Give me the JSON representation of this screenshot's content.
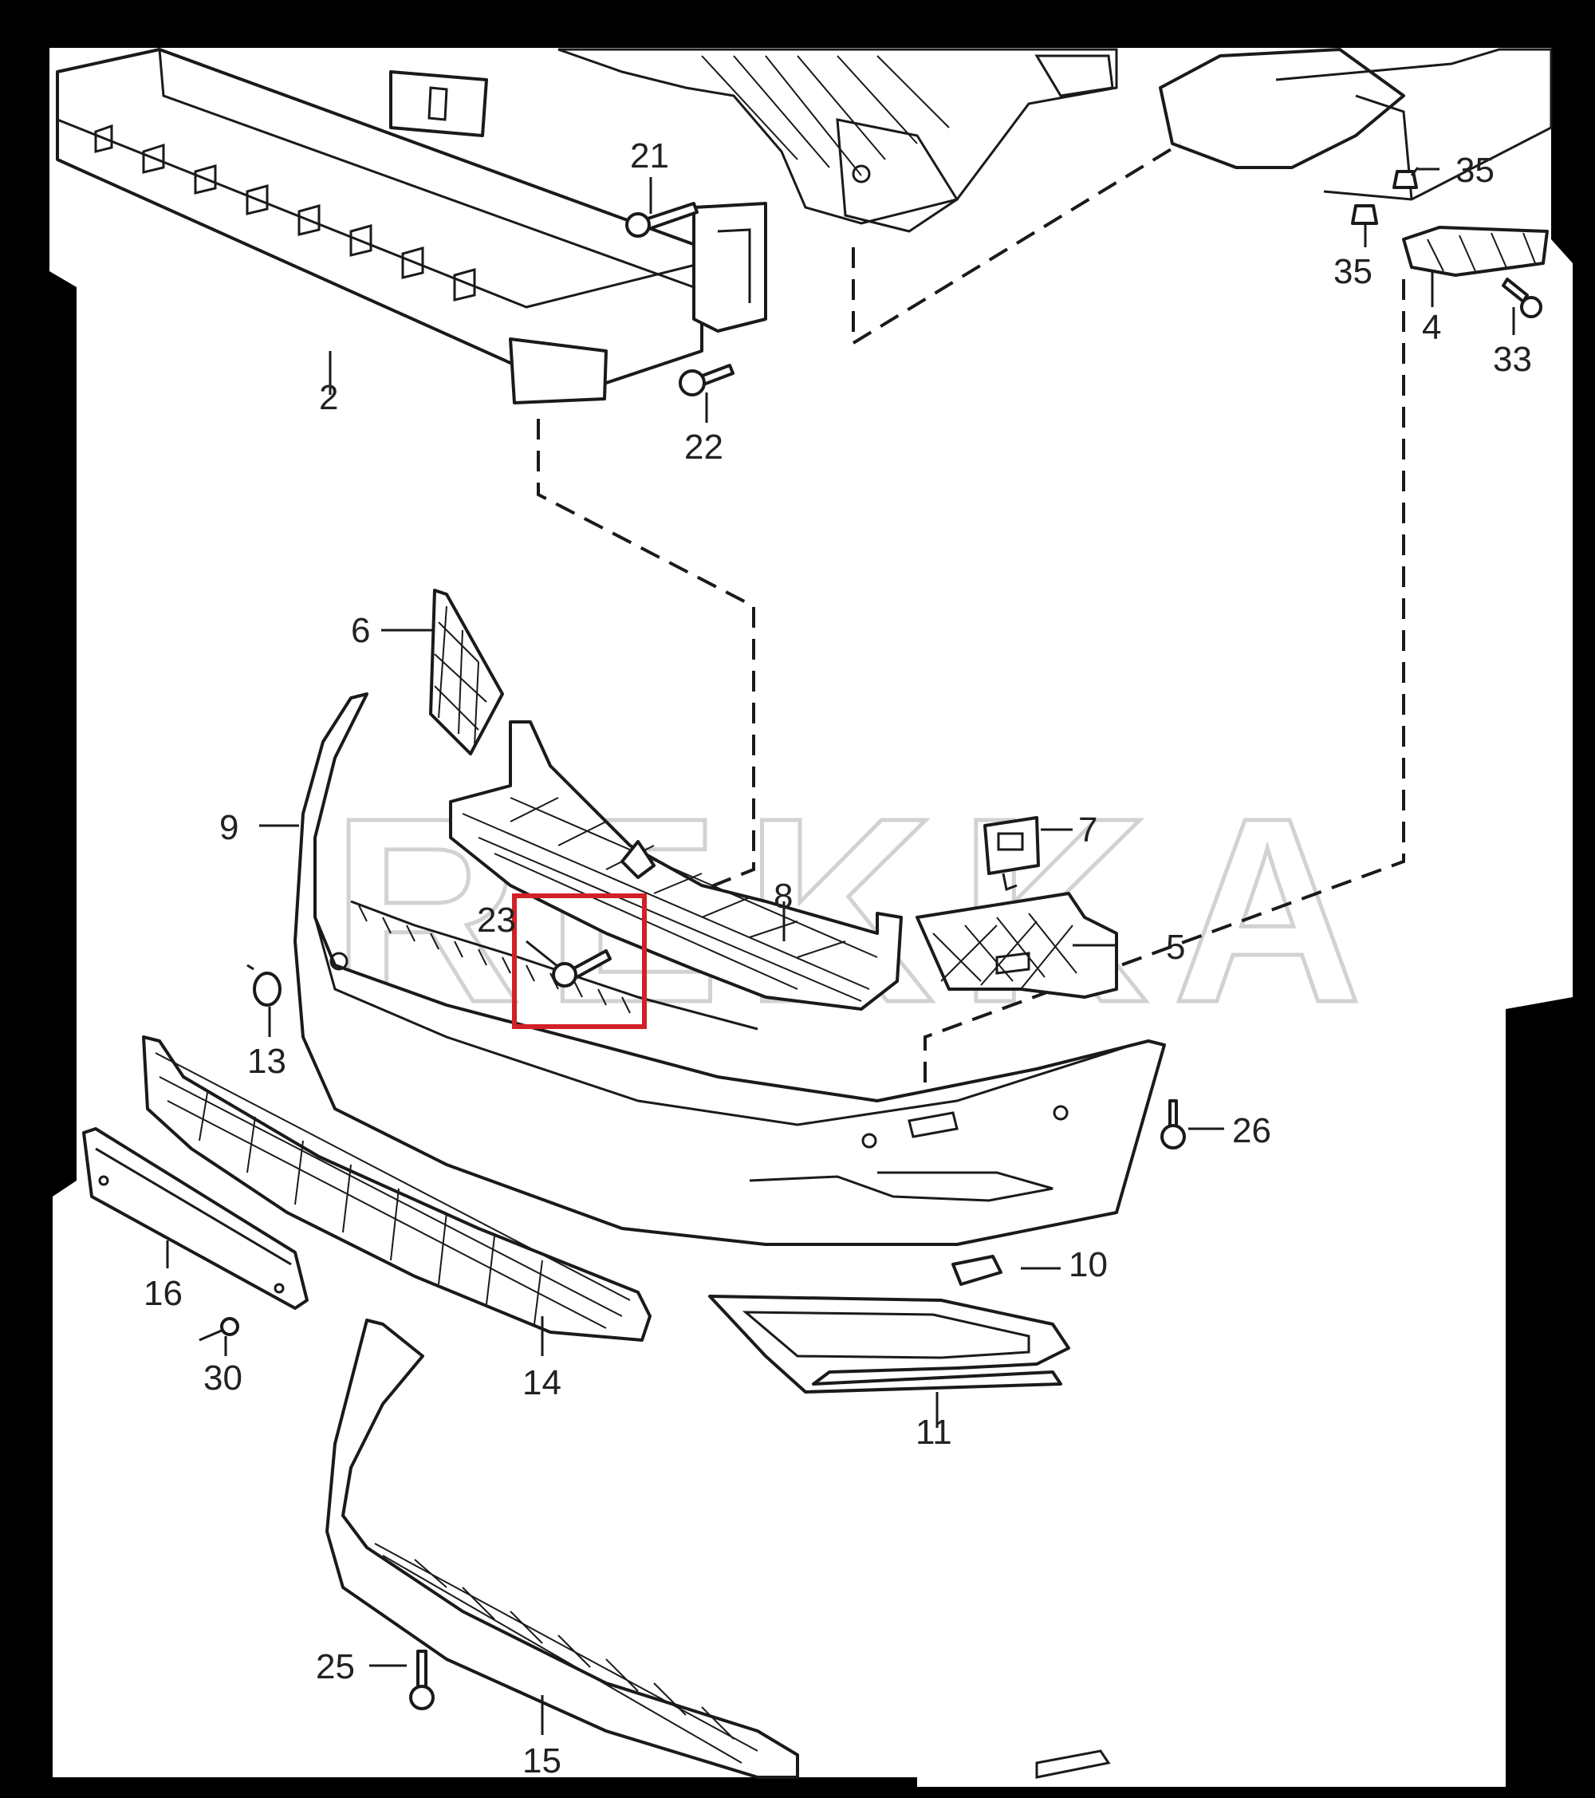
{
  "diagram": {
    "watermark": "REKKA",
    "highlight_color": "#d32027",
    "highlighted_callout": "23",
    "callouts": {
      "c2": "2",
      "c4": "4",
      "c5": "5",
      "c6": "6",
      "c7": "7",
      "c8": "8",
      "c9": "9",
      "c10": "10",
      "c11": "11",
      "c13": "13",
      "c14": "14",
      "c15": "15",
      "c16": "16",
      "c21": "21",
      "c22": "22",
      "c23": "23",
      "c25": "25",
      "c26": "26",
      "c30": "30",
      "c33": "33",
      "c35a": "35",
      "c35b": "35"
    }
  }
}
